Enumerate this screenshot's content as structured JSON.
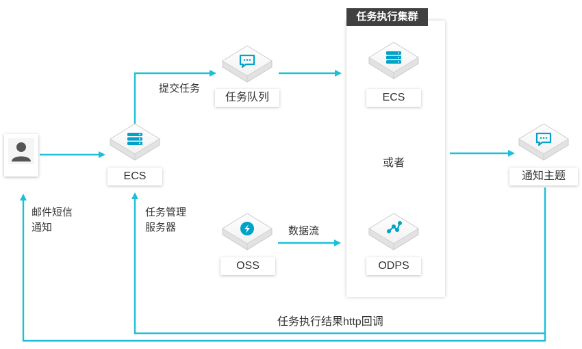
{
  "cluster": {
    "title": "任务执行集群",
    "or_label": "或者"
  },
  "nodes": {
    "ecs_main": "ECS",
    "queue": "任务队列",
    "cluster_ecs": "ECS",
    "odps": "ODPS",
    "oss": "OSS",
    "topic": "通知主题"
  },
  "edge_labels": {
    "submit_task": "提交任务",
    "email_sms_line1": "邮件短信",
    "email_sms_line2": "通知",
    "task_mgmt_line1": "任务管理",
    "task_mgmt_line2": "服务器",
    "data_flow": "数据流",
    "callback": "任务执行结果http回调"
  },
  "colors": {
    "arrow": "#1dbfd8",
    "icon_fill": "#00a2c9",
    "cluster_title_bg": "#404040"
  },
  "icons": [
    "user-icon",
    "server-icon",
    "message-icon",
    "cloud-upload-icon",
    "share-icon"
  ]
}
